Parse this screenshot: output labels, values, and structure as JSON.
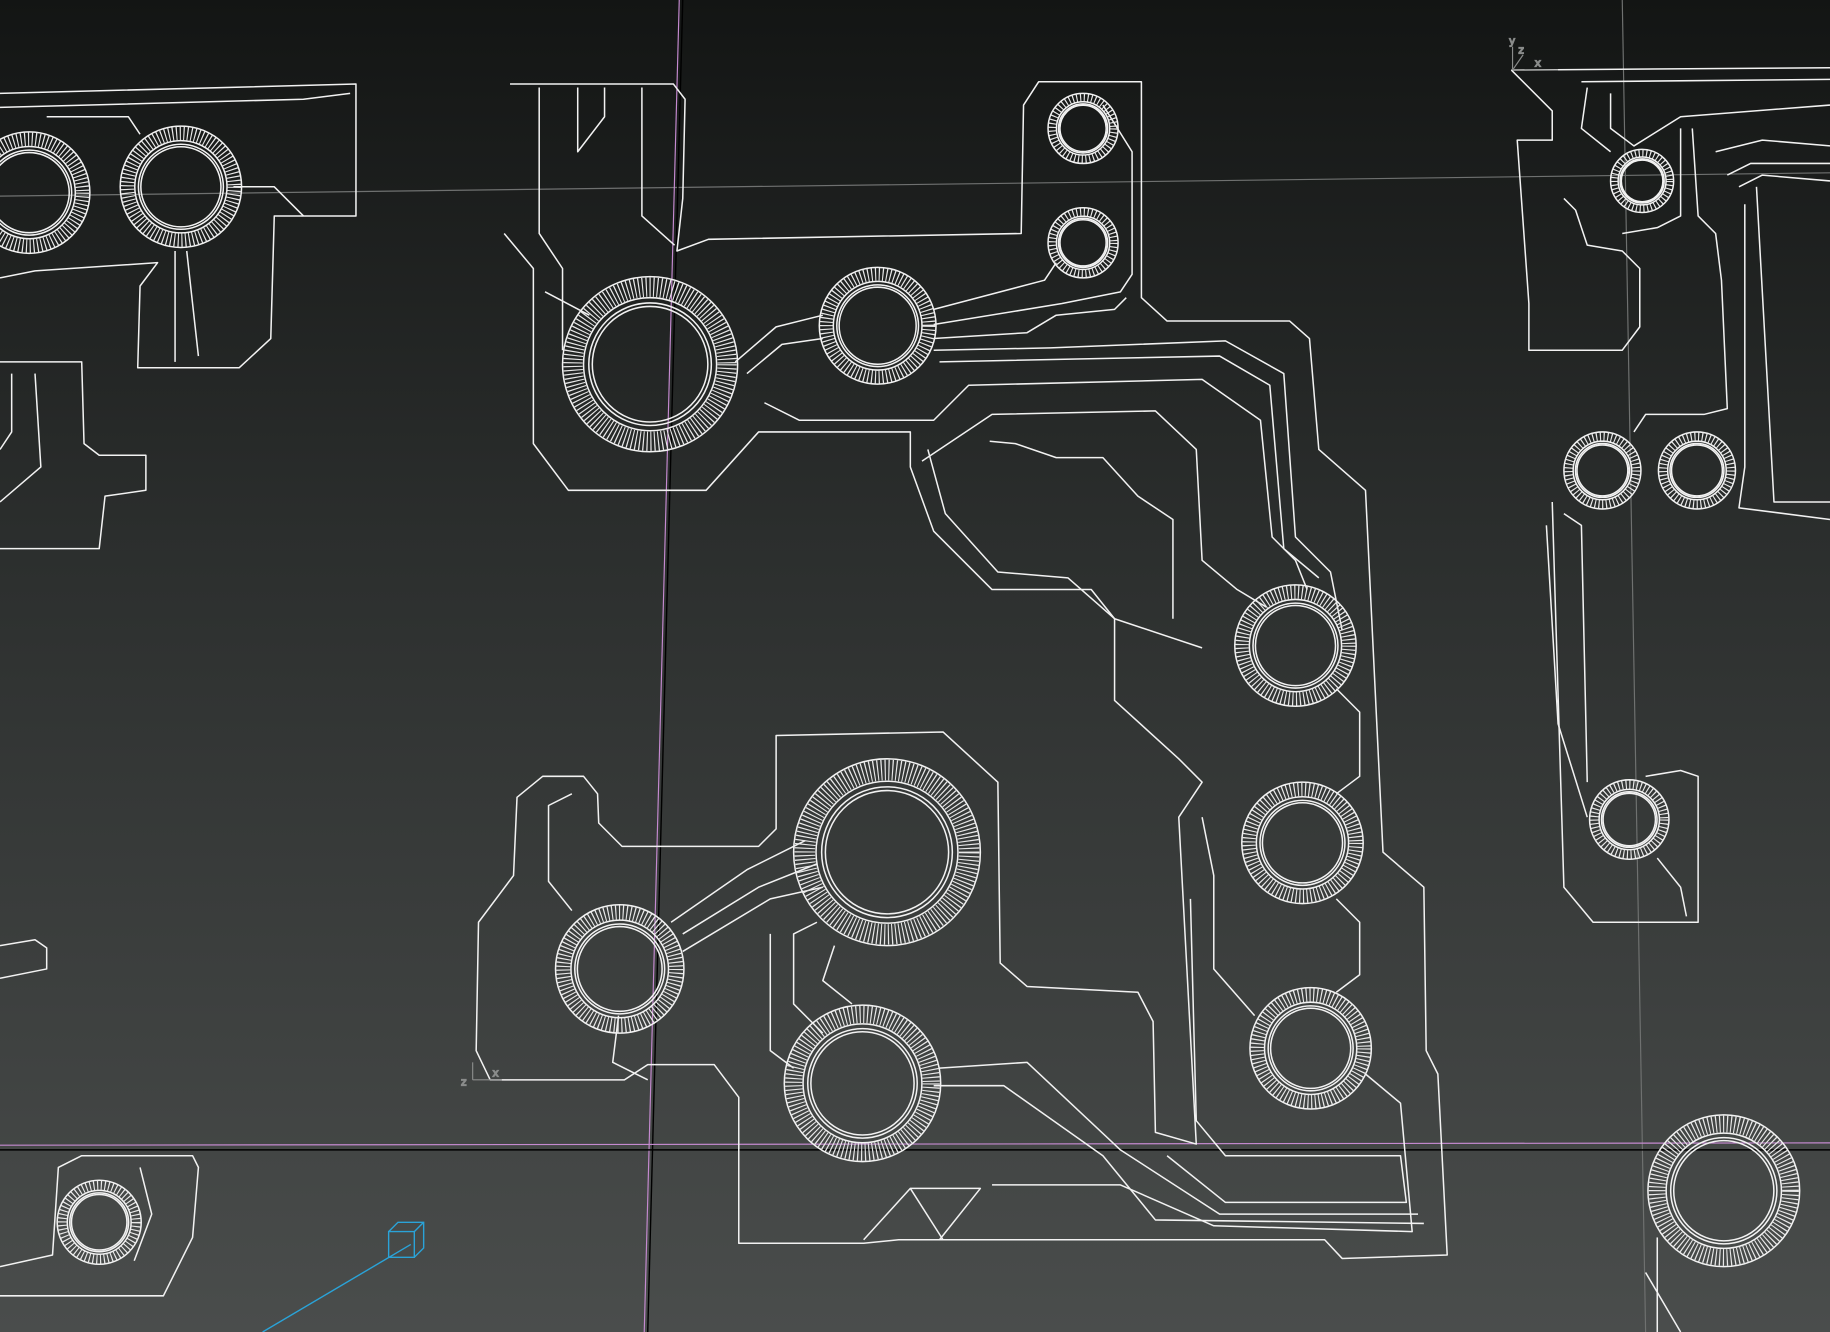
{
  "viewport": {
    "type": "3d-wireframe-viewport",
    "colors": {
      "background_top": "#131514",
      "background_bottom": "#4a4d4c",
      "wireframe": "#f2f2f2",
      "grid_axis_vertical": "#c58ad0",
      "grid_axis_horizontal": "#c58ad0",
      "grid_line": "#6f7170",
      "camera_line": "#2aa3d8"
    },
    "gizmos": [
      {
        "name": "pivot-gizmo-top-right",
        "labels": {
          "x": "x",
          "y": "y",
          "z": "z"
        }
      },
      {
        "name": "pivot-gizmo-bottom-left",
        "labels": {
          "x": "x",
          "z": "z"
        }
      }
    ],
    "icons": [
      "camera-target-cube-icon"
    ]
  }
}
